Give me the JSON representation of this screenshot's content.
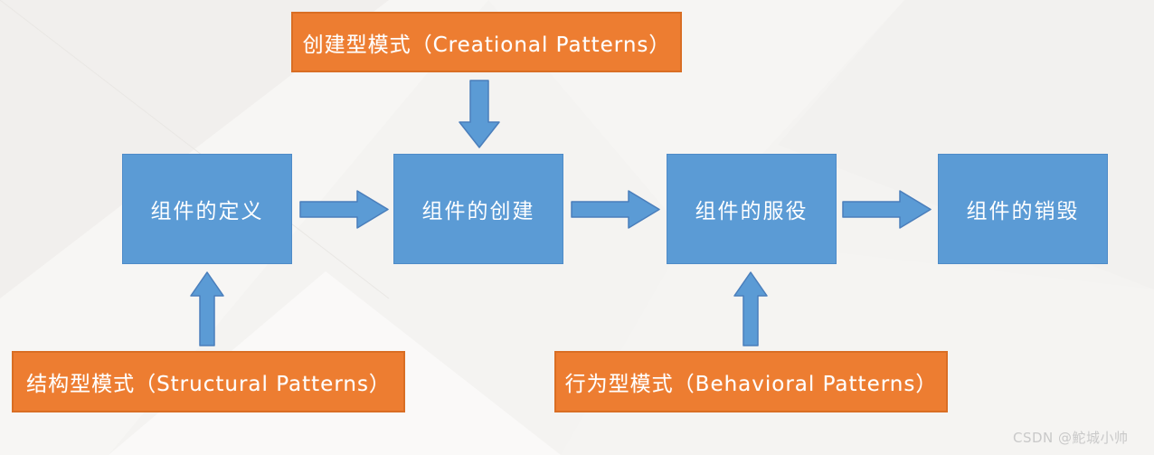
{
  "diagram": {
    "title_semantics": "component-lifecycle-design-patterns-flowchart",
    "pattern_boxes": {
      "creational": {
        "label": "创建型模式（Creational Patterns）"
      },
      "structural": {
        "label": "结构型模式（Structural Patterns）"
      },
      "behavioral": {
        "label": "行为型模式（Behavioral Patterns）"
      }
    },
    "lifecycle_boxes": [
      {
        "label": "组件的定义"
      },
      {
        "label": "组件的创建"
      },
      {
        "label": "组件的服役"
      },
      {
        "label": "组件的销毁"
      }
    ],
    "arrows": [
      {
        "name": "creational-to-creation",
        "direction": "down"
      },
      {
        "name": "definition-to-creation",
        "direction": "right"
      },
      {
        "name": "creation-to-service",
        "direction": "right"
      },
      {
        "name": "service-to-destruction",
        "direction": "right"
      },
      {
        "name": "structural-to-definition",
        "direction": "up"
      },
      {
        "name": "behavioral-to-service",
        "direction": "up"
      }
    ],
    "colors": {
      "blue_fill": "#5B9BD5",
      "blue_border": "#4e8bc8",
      "orange_fill": "#ED7D31",
      "orange_border": "#d96e24",
      "box_text": "#ffffff",
      "background": "#f4f3f1",
      "watermark_text": "#c9c9c9"
    }
  },
  "watermark": {
    "text": "CSDN @鮀城小帅"
  }
}
